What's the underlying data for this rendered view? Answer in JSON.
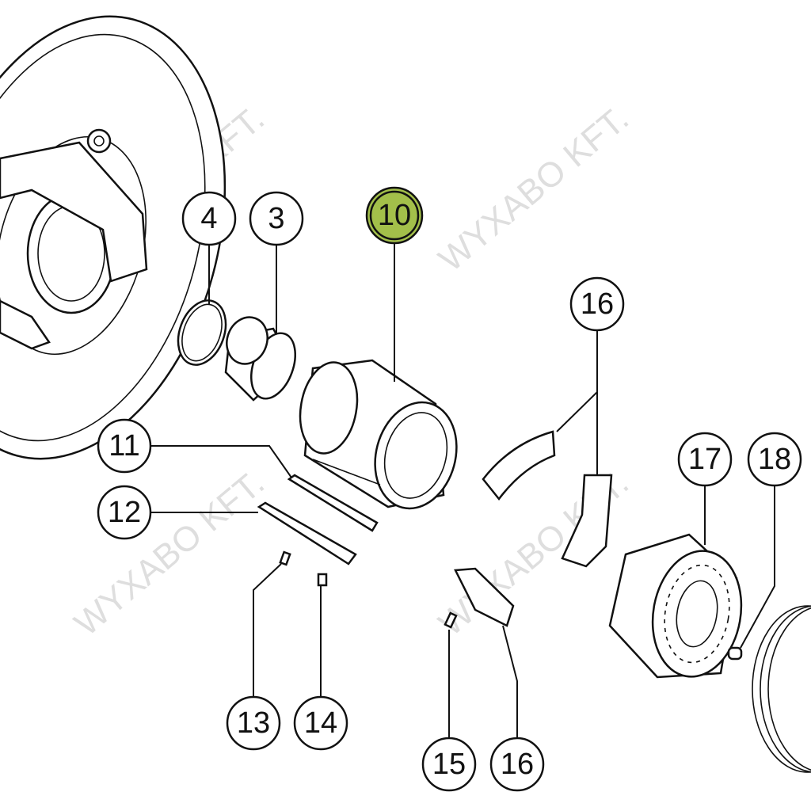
{
  "watermark": "WYXABO KFT.",
  "highlight_color": "#a3bf4a",
  "callouts": [
    {
      "label": "4"
    },
    {
      "label": "3"
    },
    {
      "label": "10",
      "highlighted": true
    },
    {
      "label": "16"
    },
    {
      "label": "11"
    },
    {
      "label": "12"
    },
    {
      "label": "17"
    },
    {
      "label": "18"
    },
    {
      "label": "13"
    },
    {
      "label": "14"
    },
    {
      "label": "15"
    },
    {
      "label": "16"
    }
  ]
}
